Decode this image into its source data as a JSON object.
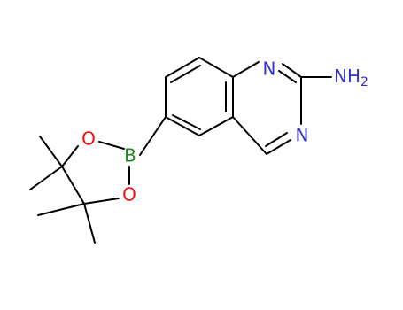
{
  "molecule": {
    "colors": {
      "bond": "#000000",
      "nitrogen": "#3333cc",
      "oxygen": "#ee1111",
      "boron": "#228822"
    },
    "atoms": {
      "n1": "N",
      "n3": "N",
      "nh2_main": "NH",
      "nh2_sub": "2",
      "boron": "B",
      "o_top": "O",
      "o_bottom": "O"
    }
  }
}
